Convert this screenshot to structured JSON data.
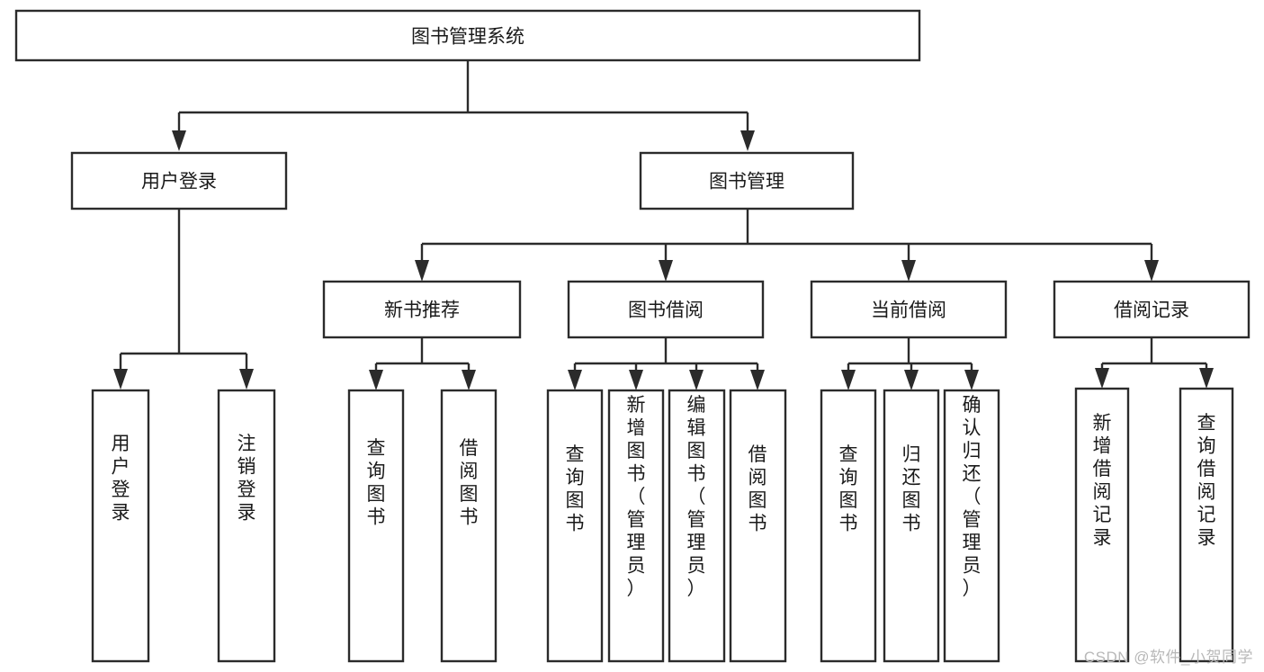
{
  "diagram": {
    "type": "tree",
    "title": "图书管理系统",
    "orientation": "top-down",
    "root": {
      "id": "root",
      "label": "图书管理系统"
    },
    "level2": [
      {
        "id": "user-login",
        "label": "用户登录"
      },
      {
        "id": "book-manage",
        "label": "图书管理"
      }
    ],
    "level3": [
      {
        "id": "new-book-recommend",
        "label": "新书推荐",
        "parent": "book-manage"
      },
      {
        "id": "book-borrow",
        "label": "图书借阅",
        "parent": "book-manage"
      },
      {
        "id": "current-borrow",
        "label": "当前借阅",
        "parent": "book-manage"
      },
      {
        "id": "borrow-record",
        "label": "借阅记录",
        "parent": "book-manage"
      }
    ],
    "leaves": {
      "user-login": [
        {
          "id": "leaf-user-login",
          "label": "用户登录"
        },
        {
          "id": "leaf-logout",
          "label": "注销登录"
        }
      ],
      "new-book-recommend": [
        {
          "id": "leaf-query-book-1",
          "label": "查询图书"
        },
        {
          "id": "leaf-borrow-book-1",
          "label": "借阅图书"
        }
      ],
      "book-borrow": [
        {
          "id": "leaf-query-book-2",
          "label": "查询图书"
        },
        {
          "id": "leaf-add-book",
          "label": "新增图书（管理员）"
        },
        {
          "id": "leaf-edit-book",
          "label": "编辑图书（管理员）"
        },
        {
          "id": "leaf-borrow-book-2",
          "label": "借阅图书"
        }
      ],
      "current-borrow": [
        {
          "id": "leaf-query-book-3",
          "label": "查询图书"
        },
        {
          "id": "leaf-return-book",
          "label": "归还图书"
        },
        {
          "id": "leaf-confirm-return",
          "label": "确认归还（管理员）"
        }
      ],
      "borrow-record": [
        {
          "id": "leaf-add-record",
          "label": "新增借阅记录"
        },
        {
          "id": "leaf-query-record",
          "label": "查询借阅记录"
        }
      ]
    }
  },
  "watermark": {
    "text": "CSDN @软件_小贺同学"
  },
  "colors": {
    "stroke": "#2b2b2b",
    "box_fill": "#ffffff",
    "text": "#1a1a1a",
    "watermark": "#b8b8b8",
    "background": "#ffffff"
  }
}
